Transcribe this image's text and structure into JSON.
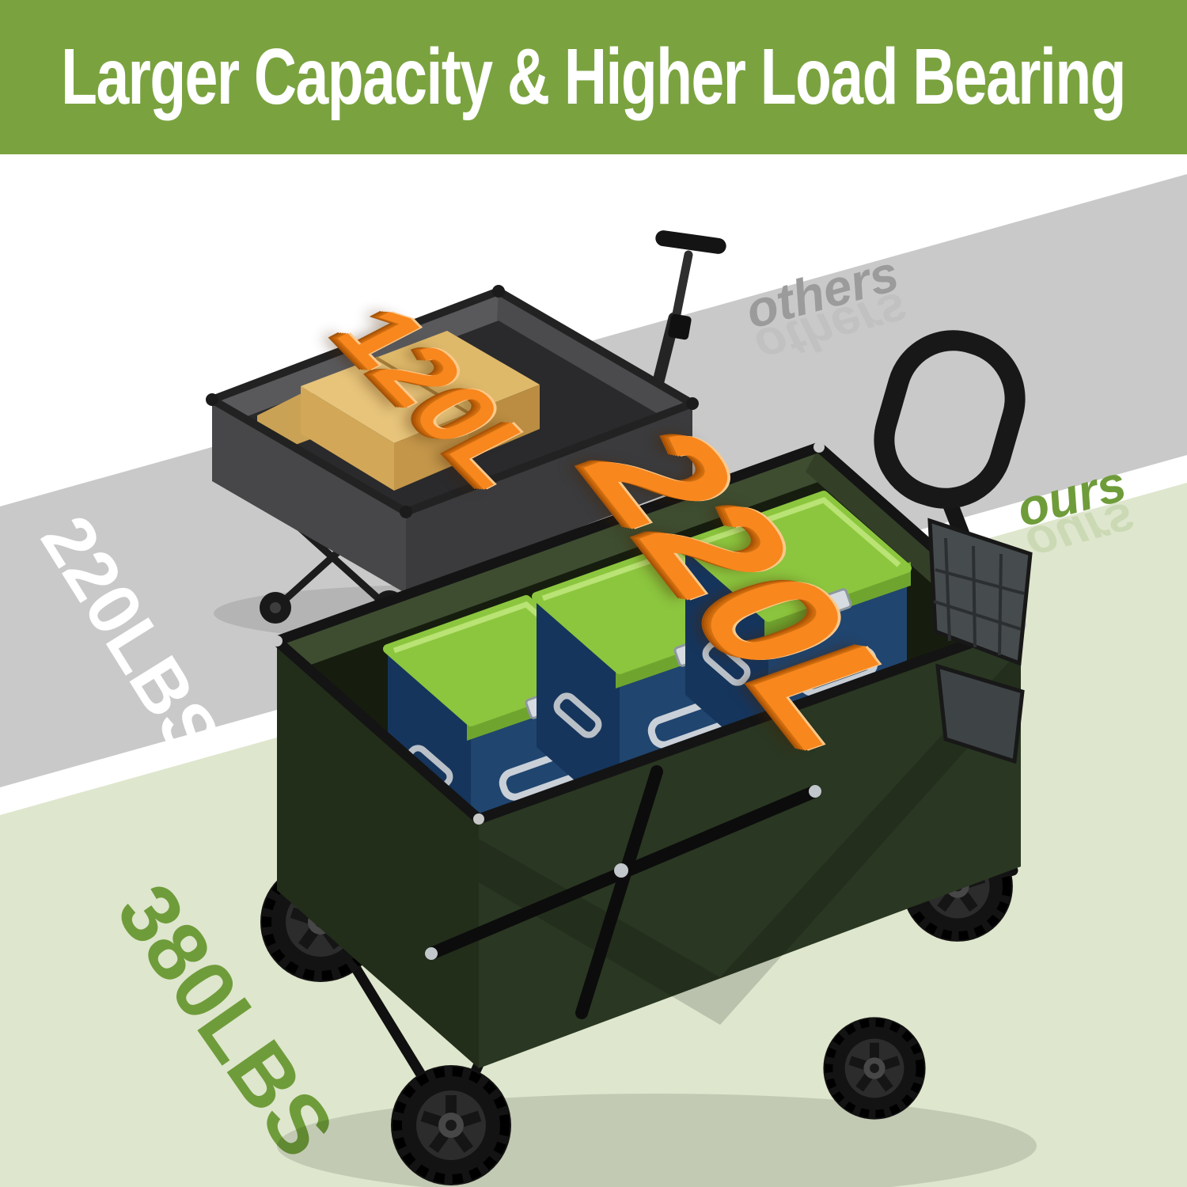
{
  "header": {
    "title": "Larger Capacity & Higher Load Bearing"
  },
  "others": {
    "label": "others",
    "capacity": "120L",
    "load": "220LBS"
  },
  "ours": {
    "label": "ours",
    "capacity": "220L",
    "load": "380LBS"
  },
  "colors": {
    "header_bg": "#7AA33F",
    "header_text": "#FFFFFF",
    "band_gray": "#C9C9C9",
    "band_light_green": "#DEE6CD",
    "capacity_orange": "#F8871E",
    "others_label_gray": "#9B9B9B",
    "ours_label_green": "#6F9C3A",
    "others_load_white": "#FFFFFF",
    "ours_load_green": "#6F9C3A",
    "others_wagon_fabric": "#47474A",
    "ours_wagon_fabric": "#27331E",
    "cooler_lid_green": "#8CC63E",
    "cooler_body_navy": "#20456F",
    "cushion_tan": "#E0BB6E"
  }
}
